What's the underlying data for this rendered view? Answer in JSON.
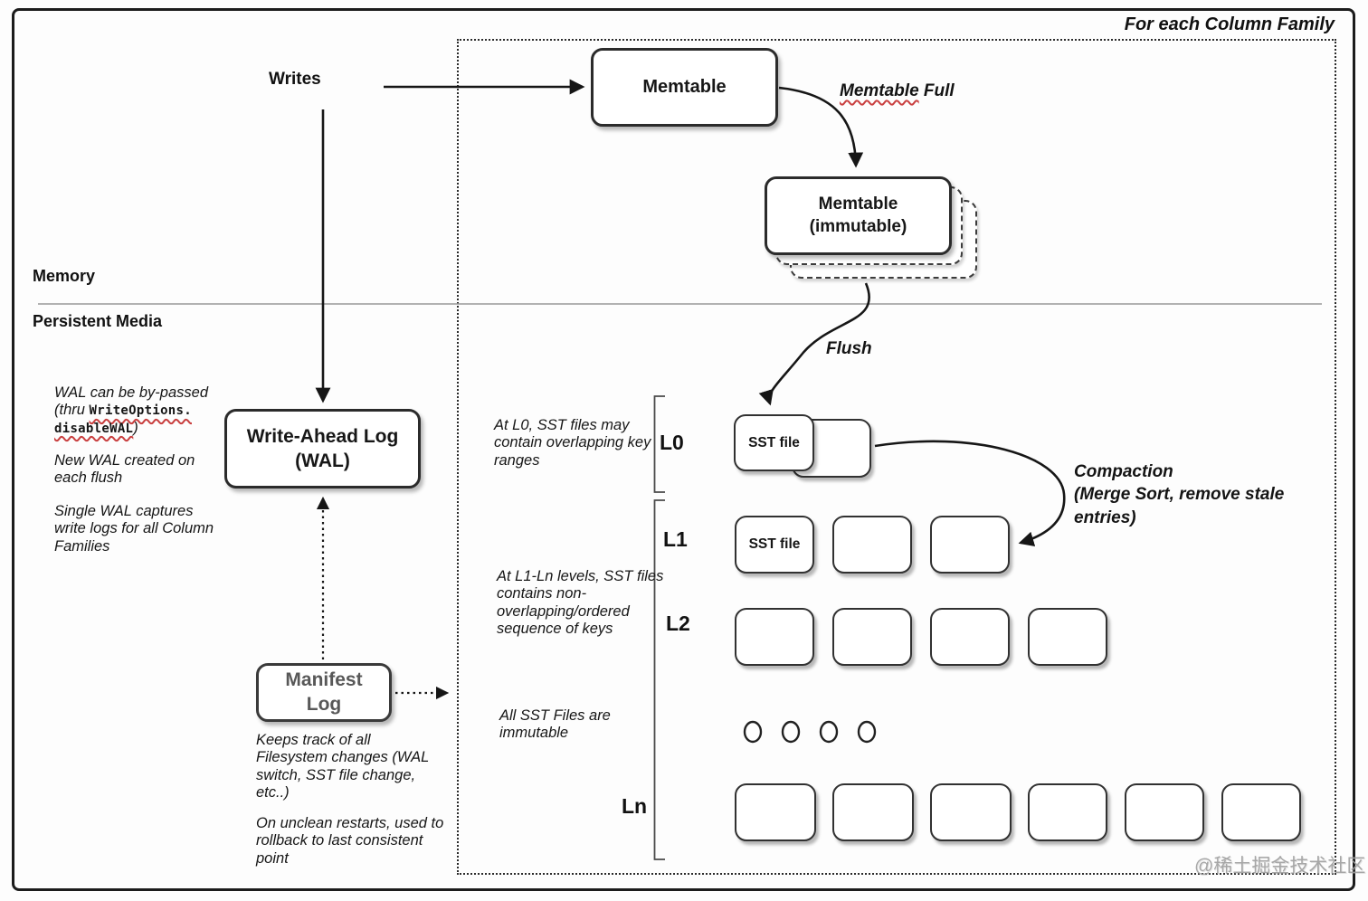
{
  "frame": {
    "title": "For each Column Family"
  },
  "zones": {
    "memory": "Memory",
    "persistent": "Persistent Media"
  },
  "flow": {
    "writes": "Writes",
    "memtable": "Memtable",
    "immutable": {
      "line1": "Memtable",
      "line2": "(immutable)"
    },
    "memtable_full": {
      "underlined": "Memtable",
      "rest": " Full"
    },
    "flush": "Flush",
    "compaction": {
      "line1": "Compaction",
      "line2": "(Merge Sort, remove stale",
      "line3": "entries)"
    },
    "wal": {
      "line1": "Write-Ahead Log",
      "line2": "(WAL)"
    },
    "manifest": {
      "line1": "Manifest",
      "line2": "Log"
    },
    "sst_file": "SST file"
  },
  "levels": {
    "l0": "L0",
    "l1": "L1",
    "l2": "L2",
    "ln": "Ln"
  },
  "notes": {
    "wal_bypass": {
      "line1": "WAL can be by-passed",
      "thru": "(thru ",
      "code1": "WriteOptions.",
      "code2": "disableWAL",
      "close": ")"
    },
    "new_wal": "New WAL created on each flush",
    "single_wal": "Single WAL captures write logs for all Column Families",
    "l0_note": "At L0, SST files may contain overlapping key ranges",
    "l1_note": "At L1-Ln levels, SST files contains non-overlapping/ordered sequence of keys",
    "immutable_note": "All SST Files are immutable",
    "manifest_track": "Keeps track of all Filesystem changes (WAL switch, SST file change, etc..)",
    "manifest_restart": "On unclean restarts, used to rollback to last consistent point"
  },
  "watermark": "@稀土掘金技术社区",
  "colors": {
    "stroke": "#1c1c1c",
    "divider": "#9a9a9a",
    "manifest_text": "#585858",
    "squiggle": "#c94040",
    "watermark": "#9e9e9e"
  }
}
